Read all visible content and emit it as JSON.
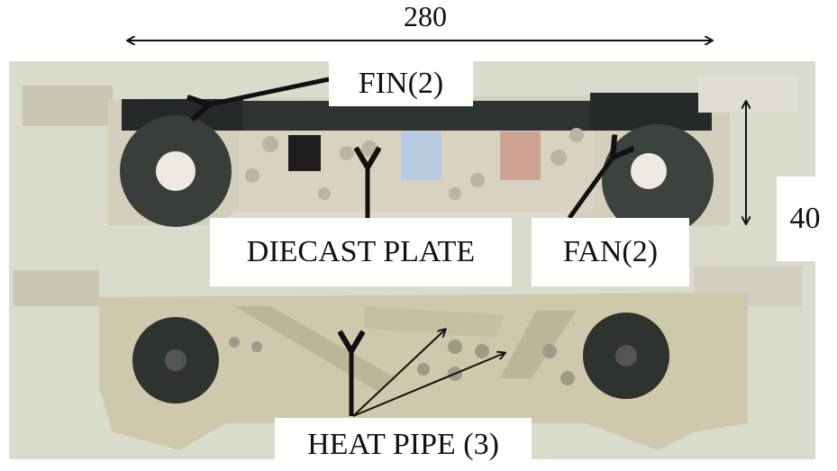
{
  "figure": {
    "dimension_width": "280",
    "dimension_height": "40",
    "labels": {
      "fin": "FIN(2)",
      "diecast_plate": "DIECAST PLATE",
      "fan": "FAN(2)",
      "heat_pipe": "HEAT PIPE (3)"
    }
  },
  "colors": {
    "background": "#d9dccd",
    "metal": "#cfc9b0",
    "fan": "#3a3e3a",
    "fin": "#26292a",
    "pad_blue": "#b9cbe0",
    "pad_pink": "#cfa394"
  }
}
